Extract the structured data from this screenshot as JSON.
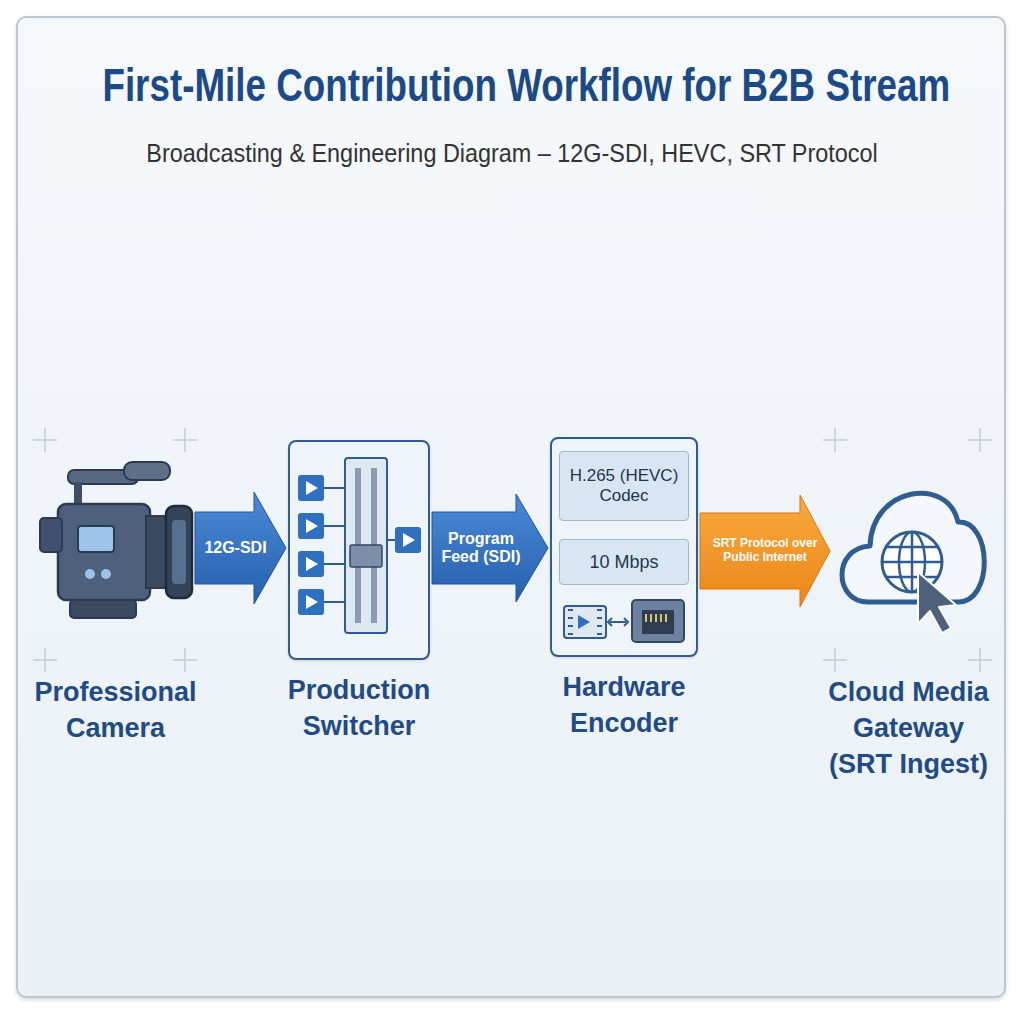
{
  "diagram": {
    "title": "First-Mile Contribution Workflow for B2B Stream",
    "nodes": [
      {
        "text": [
          "Professional Camera"
        ]
      },
      {
        "text": [
          "Production Switcher"
        ]
      },
      {
        "text": [
          "Hardware Encoder"
        ]
      },
      {
        "text": [
          "H.265 (HEVC) Codec"
        ],
        "in": 2
      },
      {
        "text": [
          "10 Mbps"
        ],
        "in": 2
      },
      {
        "text": [
          "Cloud Media Gateway (SRT Ingest)"
        ]
      }
    ],
    "edges": [
      {
        "from": 0,
        "to": 1,
        "label": "12G-SDI",
        "arrow": "to"
      },
      {
        "from": 1,
        "to": 2,
        "label": "Program Feed (SDI)",
        "arrow": "to"
      },
      {
        "from": 2,
        "to": 5,
        "label": "SRT Protocol over Public Internet",
        "arrow": "to"
      }
    ],
    "labels": [
      "Broadcasting & Engineering Diagram – 12G-SDI, HEVC, SRT Protocol"
    ]
  }
}
